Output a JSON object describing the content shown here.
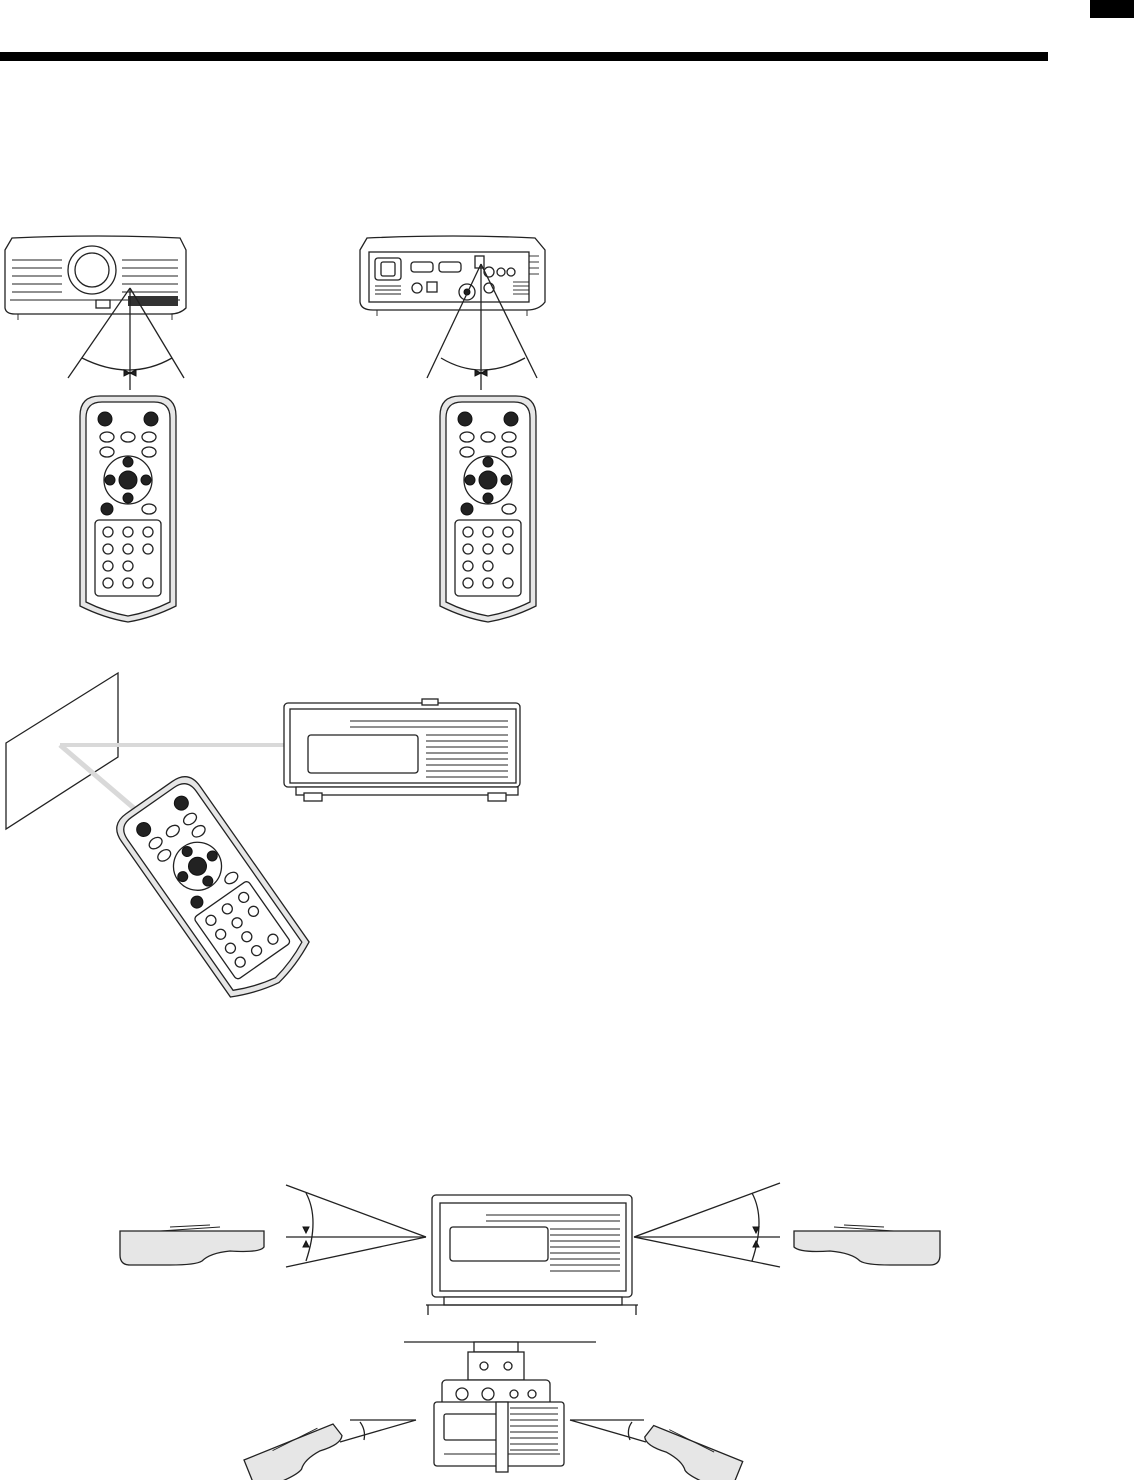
{
  "page": {
    "colors": {
      "ink": "#222222",
      "background": "#ffffff",
      "beam": "#d9d9d9",
      "remote_body": "#e6e6e6"
    }
  },
  "figures": {
    "front_view": {
      "items": [
        "projector-front",
        "remote-control",
        "angle-arc"
      ]
    },
    "rear_view": {
      "items": [
        "projector-rear",
        "remote-control",
        "angle-arc"
      ]
    },
    "screen_reflection": {
      "items": [
        "screen",
        "projector-side",
        "remote-control",
        "beam"
      ]
    },
    "side_angles_table": {
      "items": [
        "projector-side",
        "table",
        "remote-left",
        "remote-right"
      ]
    },
    "ceiling_mount": {
      "items": [
        "ceiling-bracket",
        "projector-inverted",
        "remote-left",
        "remote-right"
      ]
    }
  }
}
